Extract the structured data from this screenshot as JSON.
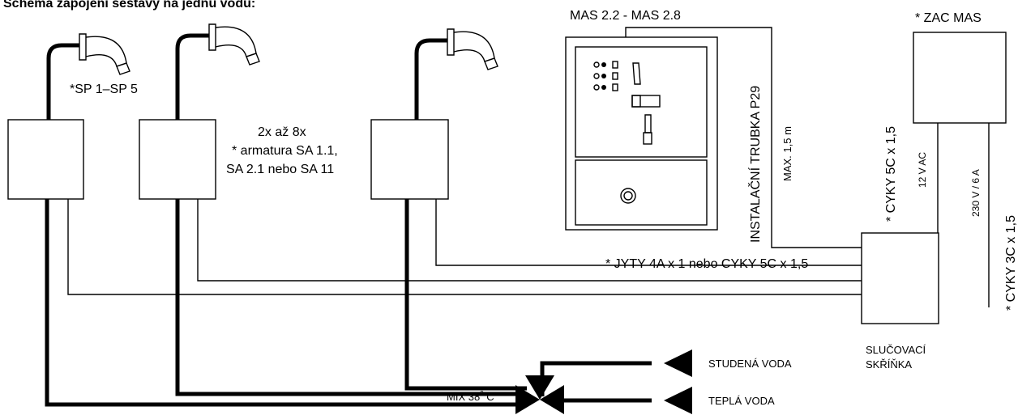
{
  "title": "Schéma zapojení sestavy na jednu vodu:",
  "labels": {
    "faucets": "*SP 1–SP 5",
    "fittings_line1": "2x až 8x",
    "fittings_line2": "* armatura SA 1.1,",
    "fittings_line3": "SA 2.1  nebo SA 11",
    "mas": "MAS 2.2 - MAS 2.8",
    "zac": "* ZAC MAS",
    "tube": "INSTALAČNÍ TRUBKA P29",
    "max": "MAX. 1,5 m",
    "cyky5c": "* CYKY 5C x 1,5",
    "v12": "12 V AC",
    "v230": "230 V / 6 A",
    "cyky3c": "* CYKY 3C x 1,5",
    "jyty": "* JYTY 4A x 1 nebo CYKY 5C x 1,5",
    "box_line1": "SLUČOVACÍ",
    "box_line2": "SKŘÍŇKA",
    "cold": "STUDENÁ VODA",
    "hot": "TEPLÁ VODA",
    "mix": "MIX  38",
    "mix_deg": "0",
    "mix_unit": " C"
  }
}
